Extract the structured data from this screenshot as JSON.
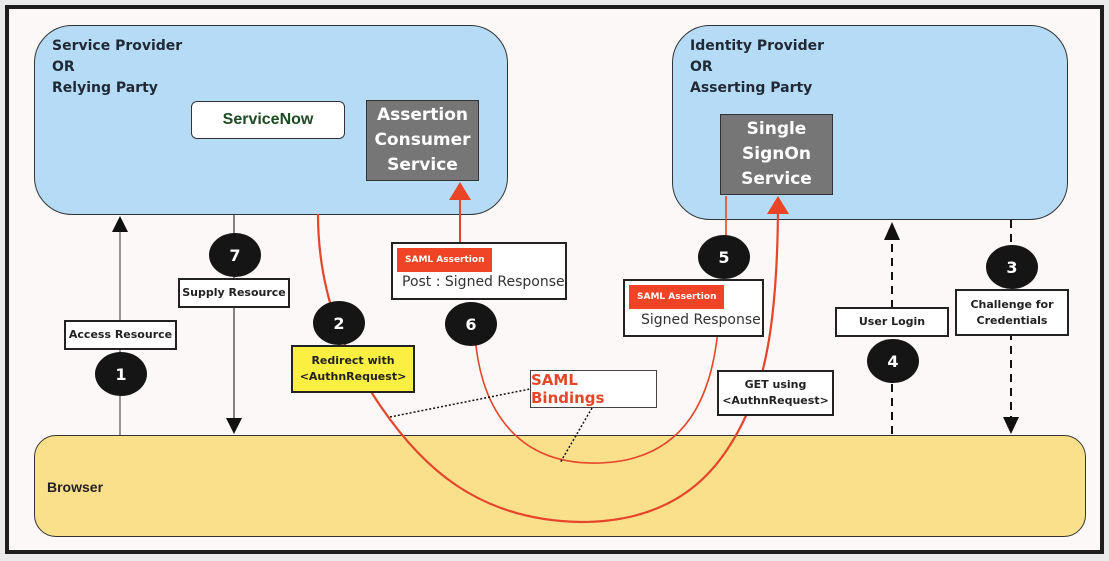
{
  "service_provider": {
    "title": "Service Provider\nOR\nRelying Party",
    "app_name": "ServiceNow",
    "acs_label": "Assertion\nConsumer\nService"
  },
  "identity_provider": {
    "title": "Identity Provider\nOR\nAsserting Party",
    "sso_label": "Single\nSignOn\nService"
  },
  "browser": {
    "label": "Browser"
  },
  "steps": [
    {
      "number": "1",
      "label": "Access Resource"
    },
    {
      "number": "2",
      "label": "Redirect with\n<AuthnRequest>"
    },
    {
      "number": "3",
      "label": "Challenge for\nCredentials"
    },
    {
      "number": "4",
      "label": "User Login"
    },
    {
      "number": "5",
      "tag": "SAML Assertion",
      "label": "Signed Response"
    },
    {
      "number": "6",
      "tag": "SAML Assertion",
      "label": "Post : Signed Response"
    },
    {
      "number": "7",
      "label": "Supply Resource"
    }
  ],
  "get_request_label": "GET using\n<AuthnRequest>",
  "bindings_label": "SAML Bindings",
  "colors": {
    "panel_blue": "#b6dbf6",
    "browser_yellow": "#fbe08c",
    "flow_red": "#e5462a",
    "service_gray": "#767676",
    "highlight_yellow": "#fbf041"
  }
}
